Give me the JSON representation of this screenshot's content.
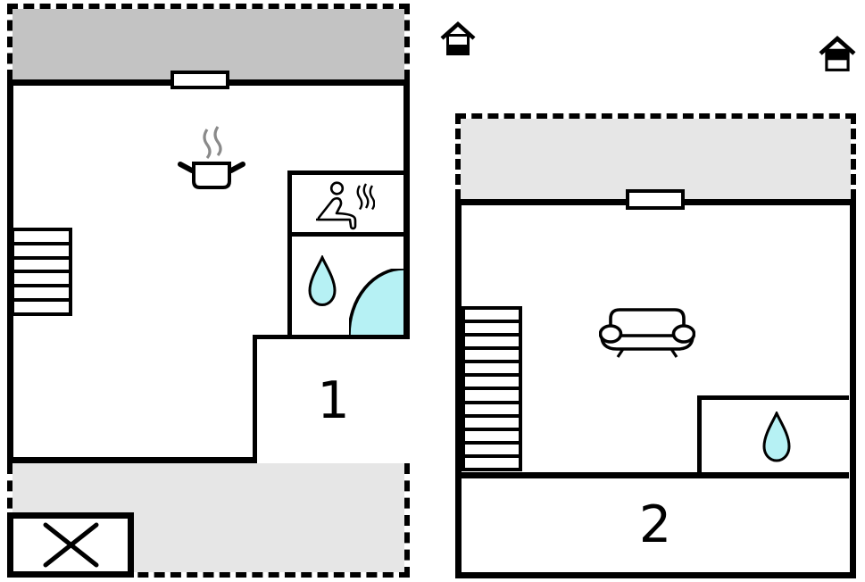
{
  "colors": {
    "wall": "#000000",
    "terrace_dark_gray": "#c3c3c3",
    "terrace_light_gray": "#e6e6e6",
    "water_cyan": "#b6f1f4",
    "steam_gray": "#8a8a8a"
  },
  "plans": [
    {
      "room_label": "1",
      "floor_indicator_icon": "house-ground-floor-icon",
      "icons": [
        "stove-icon",
        "sauna-icon",
        "water-drop-icon",
        "corner-shower-icon",
        "stairs",
        "crossed-box-icon"
      ]
    },
    {
      "room_label": "2",
      "floor_indicator_icon": "house-upper-floor-icon",
      "icons": [
        "sofa-icon",
        "water-drop-icon",
        "stairs"
      ]
    }
  ]
}
